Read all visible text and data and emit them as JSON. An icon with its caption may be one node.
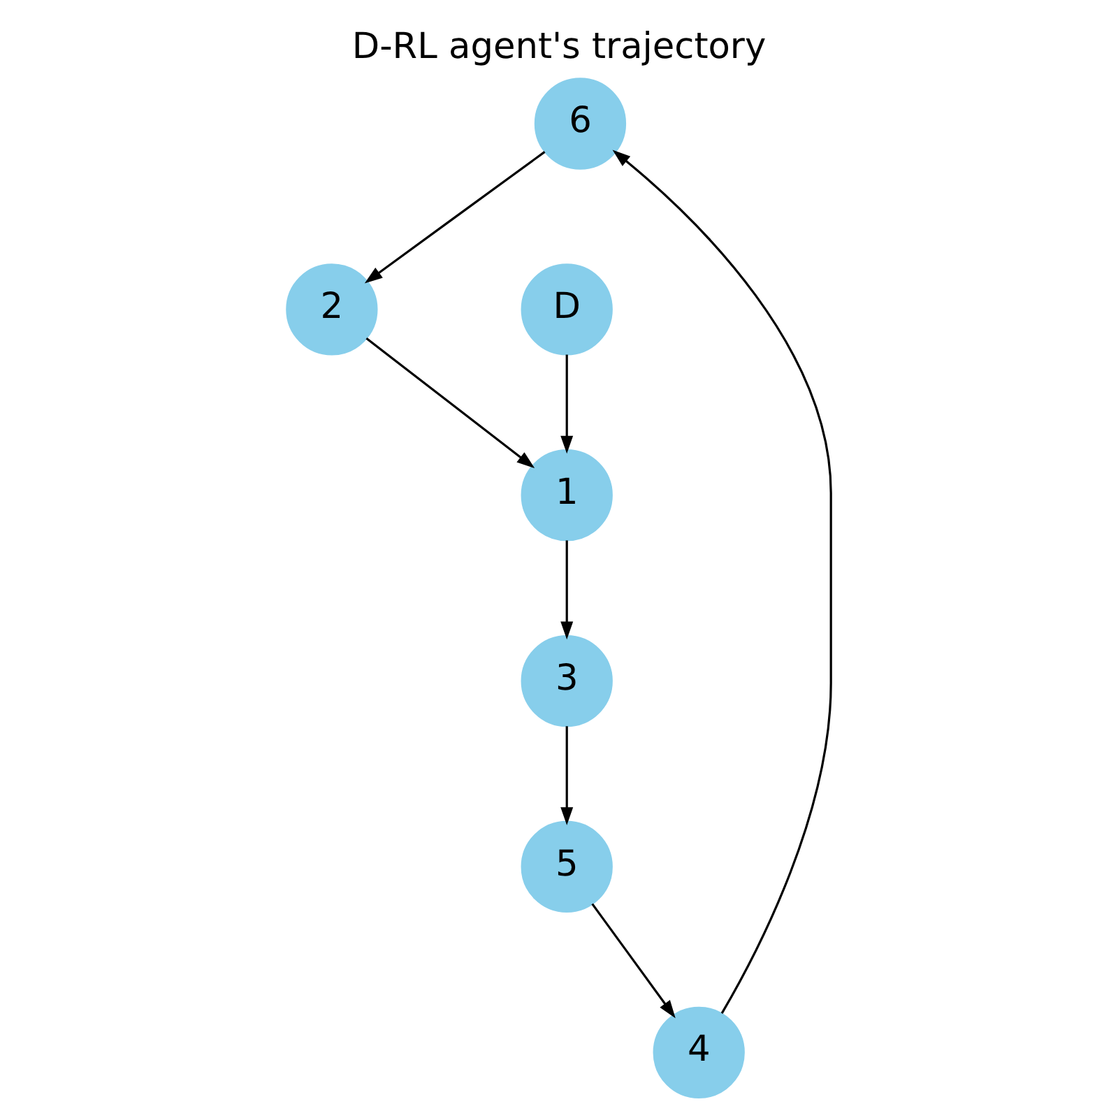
{
  "diagram": {
    "title": "D-RL agent's trajectory",
    "nodes": [
      {
        "text": [
          "6"
        ]
      },
      {
        "text": [
          "4"
        ]
      },
      {
        "text": [
          "2"
        ]
      },
      {
        "text": [
          "5"
        ]
      },
      {
        "text": [
          "3"
        ]
      },
      {
        "text": [
          "1"
        ]
      },
      {
        "text": [
          "D"
        ]
      }
    ],
    "edges": [
      {
        "from": 6,
        "to": 5,
        "arrow": "to"
      },
      {
        "from": 5,
        "to": 4,
        "arrow": "to"
      },
      {
        "from": 4,
        "to": 3,
        "arrow": "to"
      },
      {
        "from": 3,
        "to": 1,
        "arrow": "to"
      },
      {
        "from": 1,
        "to": 0,
        "arrow": "to"
      },
      {
        "from": 0,
        "to": 2,
        "arrow": "to"
      },
      {
        "from": 2,
        "to": 5,
        "arrow": "to"
      }
    ]
  }
}
